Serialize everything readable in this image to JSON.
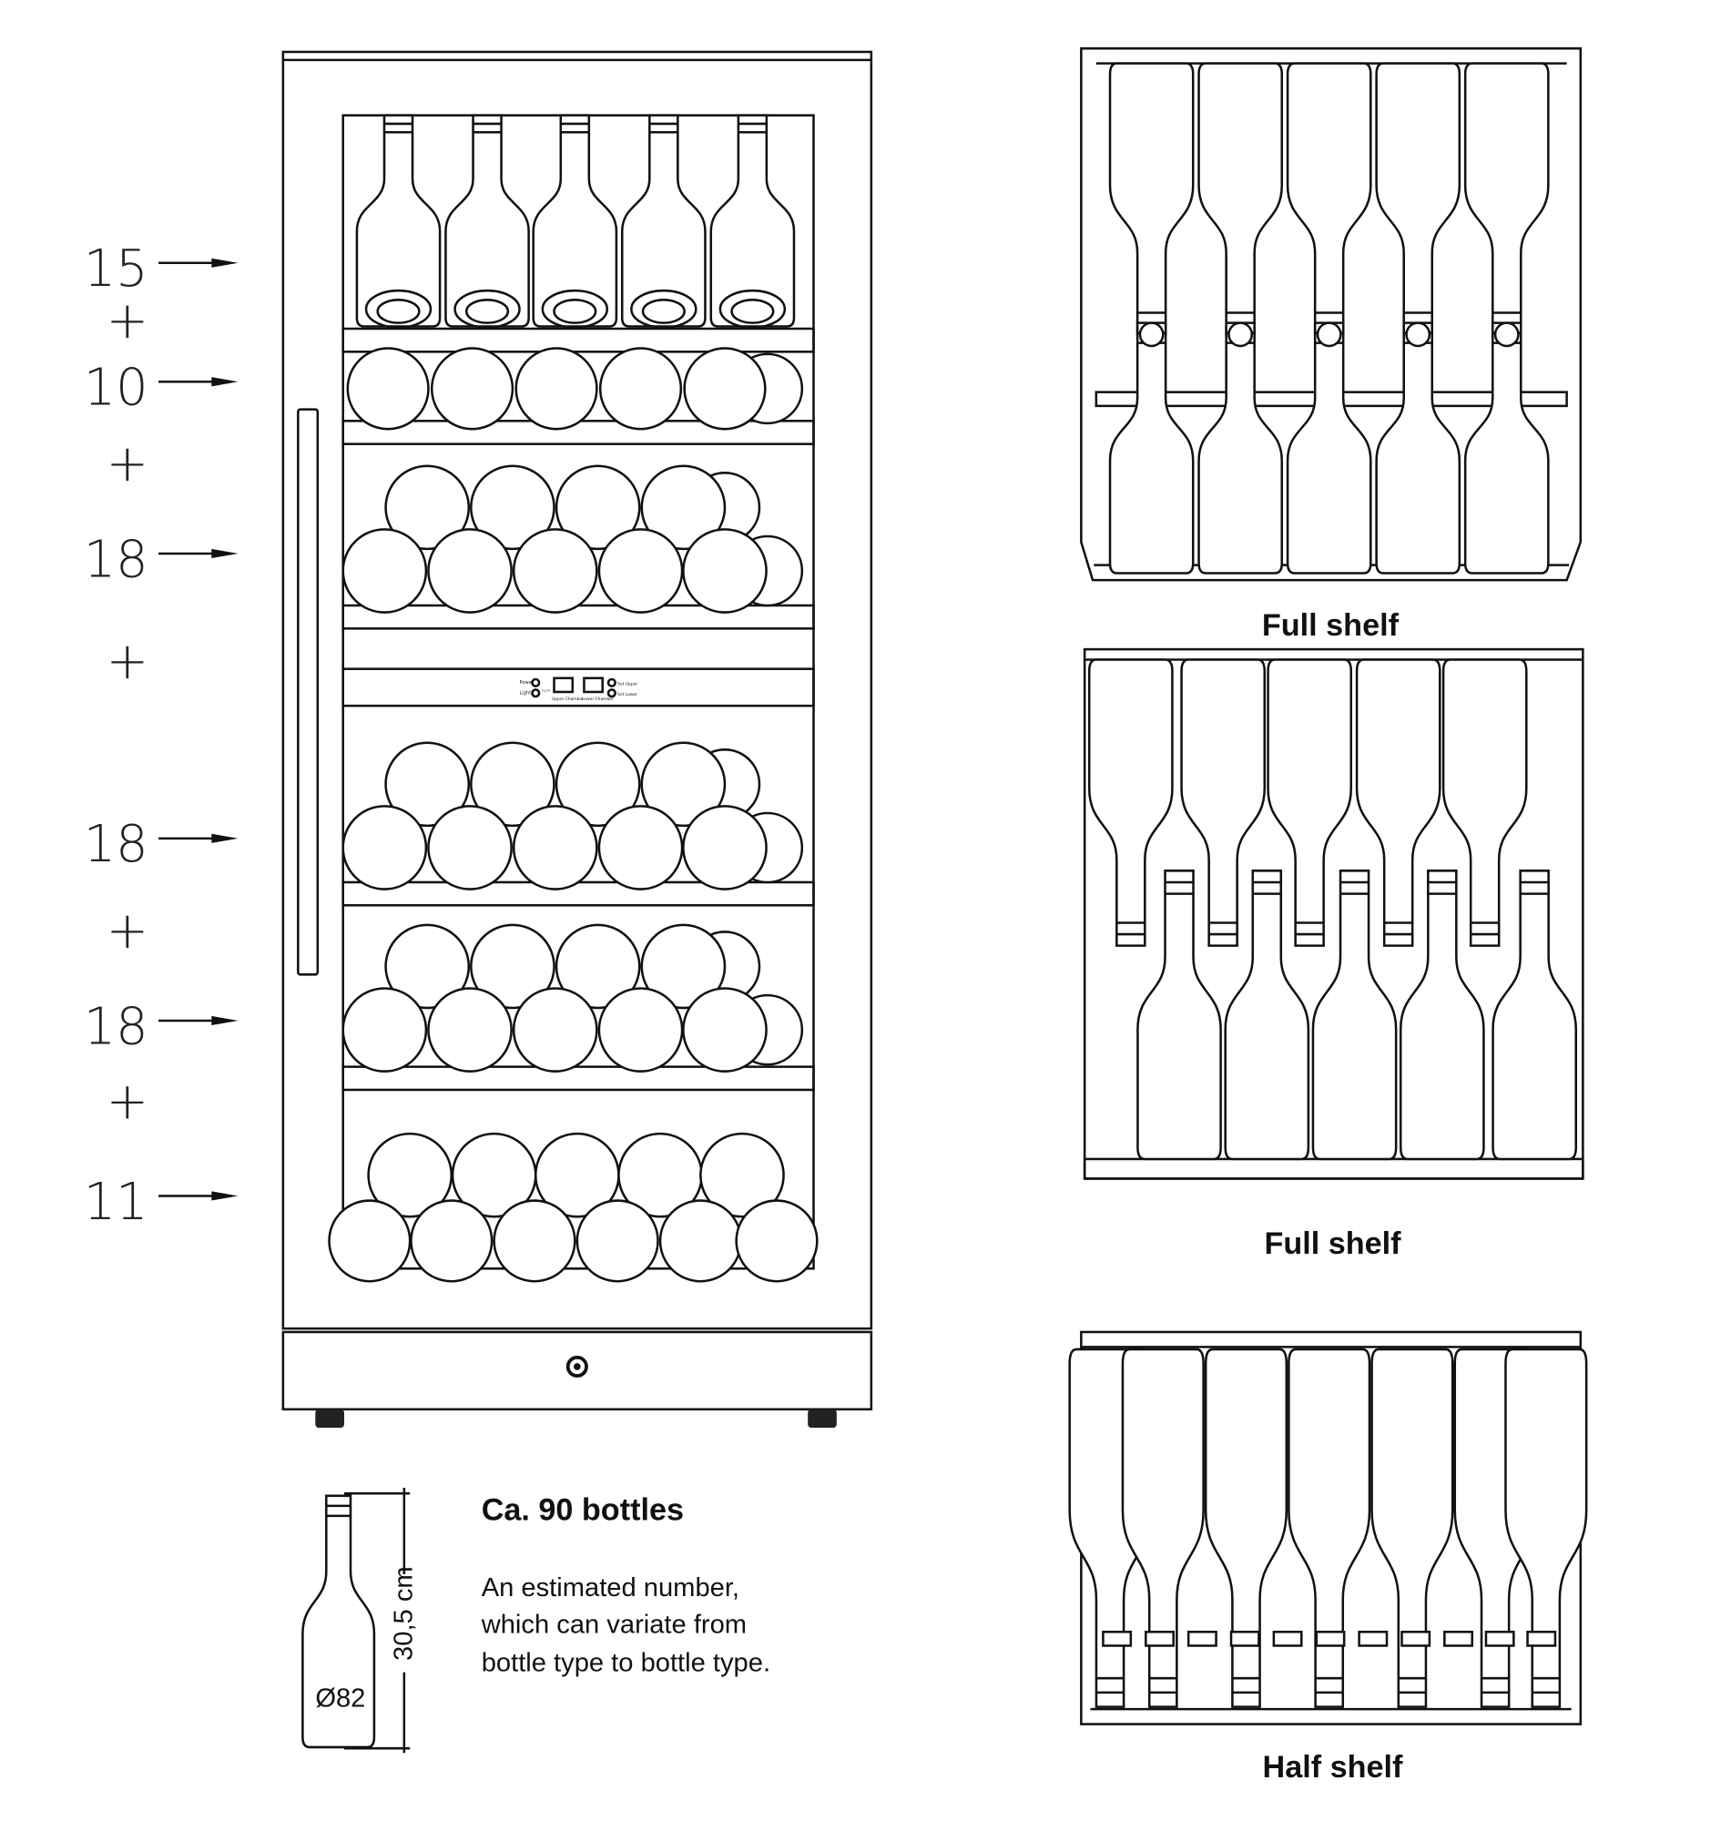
{
  "capacity_labels": [
    {
      "count": "15",
      "plus": "+"
    },
    {
      "count": "10",
      "plus": "+"
    },
    {
      "count": "18",
      "plus": "+"
    },
    {
      "count": "18",
      "plus": "+"
    },
    {
      "count": "18",
      "plus": "+"
    },
    {
      "count": "11",
      "plus": ""
    }
  ],
  "control_panel": {
    "power": "Power",
    "light": "Light",
    "unit": "°C/°F",
    "upper_chamber": "Upper Chamber",
    "lower_chamber": "Lower Chamber",
    "set_upper": "Set Upper",
    "set_lower": "Set Lower"
  },
  "bottle_spec": {
    "height": "30,5 cm",
    "diameter": "Ø82"
  },
  "summary": {
    "title": "Ca. 90 bottles",
    "lines": [
      "An estimated number,",
      "which can variate from",
      "bottle type to bottle type."
    ]
  },
  "shelf_views": [
    {
      "label": "Full shelf"
    },
    {
      "label": "Full shelf"
    },
    {
      "label": "Half shelf"
    }
  ]
}
